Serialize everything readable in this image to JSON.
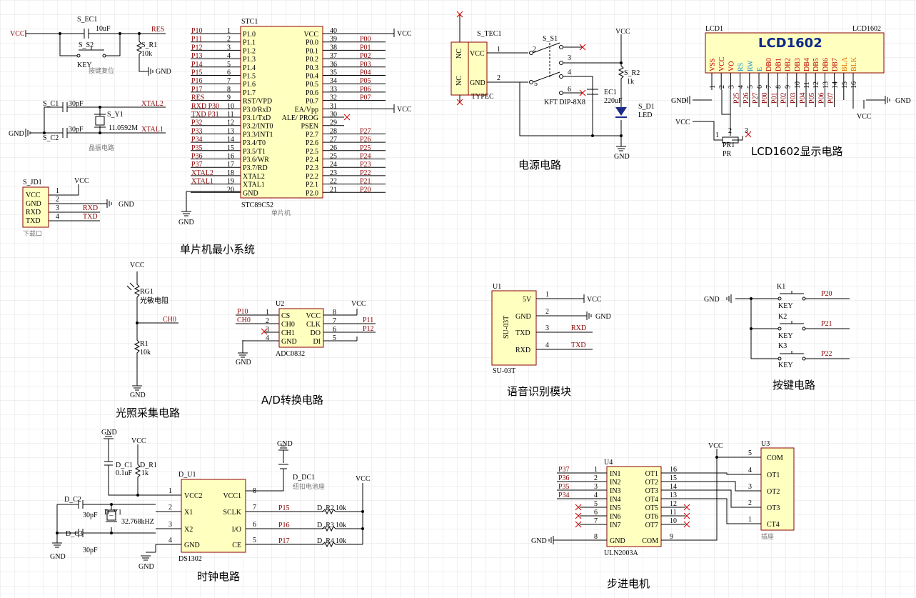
{
  "power": {
    "vcc": "VCC",
    "gnd": "GND"
  },
  "titles": {
    "mcu": "单片机最小系统",
    "power": "电源电路",
    "lcd": "LCD1602显示电路",
    "light": "光照采集电路",
    "adc": "A/D转换电路",
    "voice": "语音识别模块",
    "keys": "按键电路",
    "clock": "时钟电路",
    "stepper": "步进电机"
  },
  "reset": {
    "cap": "S_EC1",
    "capv": "10uF",
    "sw": "S_S2",
    "swv": "KEY",
    "res": "S_R1",
    "resv": "10k",
    "net": "RES",
    "note": "按键复位"
  },
  "crystal": {
    "c1": "S_C1",
    "c1v": "30pF",
    "c2": "S_C2",
    "c2v": "30pF",
    "y": "S_Y1",
    "yv": "11.0592M",
    "n1": "XTAL2",
    "n2": "XTAL1",
    "note": "晶振电路"
  },
  "dl": {
    "ref": "S_JD1",
    "pins": [
      "VCC",
      "GND",
      "RXD",
      "TXD"
    ],
    "nums": [
      "1",
      "2",
      "3",
      "4"
    ],
    "nets": [
      "RXD",
      "TXD"
    ],
    "note": "下载口"
  },
  "mcu": {
    "ref": "STC1",
    "part": "STC89C52",
    "note": "单片机",
    "lpins": [
      "P1.0",
      "P1.1",
      "P1.2",
      "P1.3",
      "P1.4",
      "P1.5",
      "P1.6",
      "P1.7",
      "RST/VPD",
      "P3.0/RxD",
      "P3.1/TxD",
      "P3.2/INT0",
      "P3.3/INT1",
      "P3.4/T0",
      "P3.5/T1",
      "P3.6/WR",
      "P3.7/RD",
      "XTAL2",
      "XTAL1",
      "GND"
    ],
    "lnums": [
      "1",
      "2",
      "3",
      "4",
      "5",
      "6",
      "7",
      "8",
      "9",
      "10",
      "11",
      "12",
      "13",
      "14",
      "15",
      "16",
      "17",
      "18",
      "19",
      "20"
    ],
    "lnets": [
      "P10",
      "P11",
      "P12",
      "P13",
      "P14",
      "P15",
      "P16",
      "P17",
      "RES",
      "RXD P30",
      "TXD P31",
      "P32",
      "P33",
      "P34",
      "P35",
      "P36",
      "P37",
      "XTAL2",
      "XTAL1",
      ""
    ],
    "rpins": [
      "VCC",
      "P0.0",
      "P0.1",
      "P0.2",
      "P0.3",
      "P0.4",
      "P0.5",
      "P0.6",
      "P0.7",
      "EA/Vpp",
      "ALE/ PROG",
      "PSEN",
      "P2.7",
      "P2.6",
      "P2.5",
      "P2.4",
      "P2.3",
      "P2.2",
      "P2.1",
      "P2.0"
    ],
    "rnums": [
      "40",
      "39",
      "38",
      "37",
      "36",
      "35",
      "34",
      "33",
      "32",
      "31",
      "30",
      "29",
      "28",
      "27",
      "26",
      "25",
      "24",
      "23",
      "22",
      "21"
    ],
    "rnets": [
      "VCC",
      "P00",
      "P01",
      "P02",
      "P03",
      "P04",
      "P05",
      "P06",
      "P07",
      "VCC",
      "",
      "",
      "P27",
      "P26",
      "P25",
      "P24",
      "P23",
      "P22",
      "P21",
      "P20"
    ]
  },
  "pwr": {
    "ref": "S_TEC1",
    "part": "TYPEC",
    "p1": "VCC",
    "p2": "GND",
    "nc": "NC",
    "sw": "S_S1",
    "swpart": "KFT DIP-8X8",
    "r": "S_R2",
    "rv": "1k",
    "c": "EC1",
    "cv": "220uF",
    "led": "S_D1",
    "ledv": "LED",
    "nums": [
      "1",
      "2",
      "2",
      "3",
      "4",
      "5",
      "6"
    ]
  },
  "lcd": {
    "ref": "LCD1",
    "ref2": "LCD1602",
    "title": "LCD1602",
    "pins": [
      "VSS",
      "VCC",
      "VO",
      "RS",
      "RW",
      "E",
      "DB0",
      "DB1",
      "DB2",
      "DB3",
      "DB4",
      "DB5",
      "DB6",
      "DB7",
      "BLA",
      "BLK"
    ],
    "nums": [
      "1",
      "2",
      "3",
      "4",
      "5",
      "6",
      "7",
      "8",
      "9",
      "10",
      "11",
      "12",
      "13",
      "14",
      "15",
      "16"
    ],
    "nets": [
      "P25",
      "P26",
      "P27",
      "P00",
      "P01",
      "P02",
      "P03",
      "P04",
      "P05",
      "P06",
      "P07"
    ],
    "pot": "PR1",
    "potv": "PR",
    "pn": [
      "1",
      "2",
      "3"
    ]
  },
  "light": {
    "rg": "RG1",
    "rgv": "光敏电阻",
    "r": "R1",
    "rv": "10k",
    "net": "CH0"
  },
  "adc": {
    "ref": "U2",
    "part": "ADC0832",
    "lp": [
      "CS",
      "CH0",
      "CH1",
      "GND"
    ],
    "ln": [
      "1",
      "2",
      "3",
      "4"
    ],
    "rp": [
      "VCC",
      "CLK",
      "DO",
      "DI"
    ],
    "rn": [
      "8",
      "7",
      "6",
      "5"
    ],
    "nets": [
      "P10",
      "CH0",
      "P11",
      "P12"
    ]
  },
  "voice": {
    "ref": "U1",
    "part": "SU-03T",
    "pins": [
      "5V",
      "GND",
      "TXD",
      "RXD"
    ],
    "nums": [
      "1",
      "2",
      "3",
      "4"
    ],
    "nets": [
      "RXD",
      "TXD"
    ]
  },
  "keys": {
    "refs": [
      "K1",
      "K2",
      "K3"
    ],
    "part": "KEY",
    "nets": [
      "P20",
      "P21",
      "P22"
    ]
  },
  "ds": {
    "ref": "D_U1",
    "part": "DS1302",
    "lp": [
      "VCC2",
      "X1",
      "X2",
      "GND"
    ],
    "ln": [
      "1",
      "2",
      "3",
      "4"
    ],
    "rp": [
      "VCC1",
      "SCLK",
      "I/O",
      "CE"
    ],
    "rn": [
      "8",
      "7",
      "6",
      "5"
    ],
    "nets": [
      "P15",
      "P16",
      "P17"
    ],
    "rs": [
      "D_R2",
      "D_R3",
      "D_R4"
    ],
    "rv": "10k",
    "c1": "D_C1",
    "c1v": "0.1uF",
    "r1": "D_R1",
    "r1v": "1k",
    "c2": "D_C2",
    "c3": "D_C3",
    "cv": "30pF",
    "y": "D_Y1",
    "yv": "32.768kHZ",
    "bat": "D_DC1",
    "batv": "纽扣电池座"
  },
  "uln": {
    "ref": "U4",
    "part": "ULN2003A",
    "lp": [
      "IN1",
      "IN2",
      "IN3",
      "IN4",
      "IN5",
      "IN6",
      "IN7",
      "GND"
    ],
    "ln": [
      "1",
      "2",
      "3",
      "4",
      "5",
      "6",
      "7",
      "8"
    ],
    "rp": [
      "OT1",
      "OT2",
      "OT3",
      "OT4",
      "OT5",
      "OT6",
      "OT7",
      "COM"
    ],
    "rn": [
      "16",
      "15",
      "14",
      "13",
      "12",
      "11",
      "10",
      "9"
    ],
    "nets": [
      "P37",
      "P36",
      "P35",
      "P34"
    ]
  },
  "motor": {
    "ref": "U3",
    "note": "插座",
    "pins": [
      "COM",
      "OT1",
      "OT2",
      "OT3",
      "CT4"
    ],
    "nums": [
      "5",
      "4",
      "3",
      "2",
      "1"
    ]
  }
}
